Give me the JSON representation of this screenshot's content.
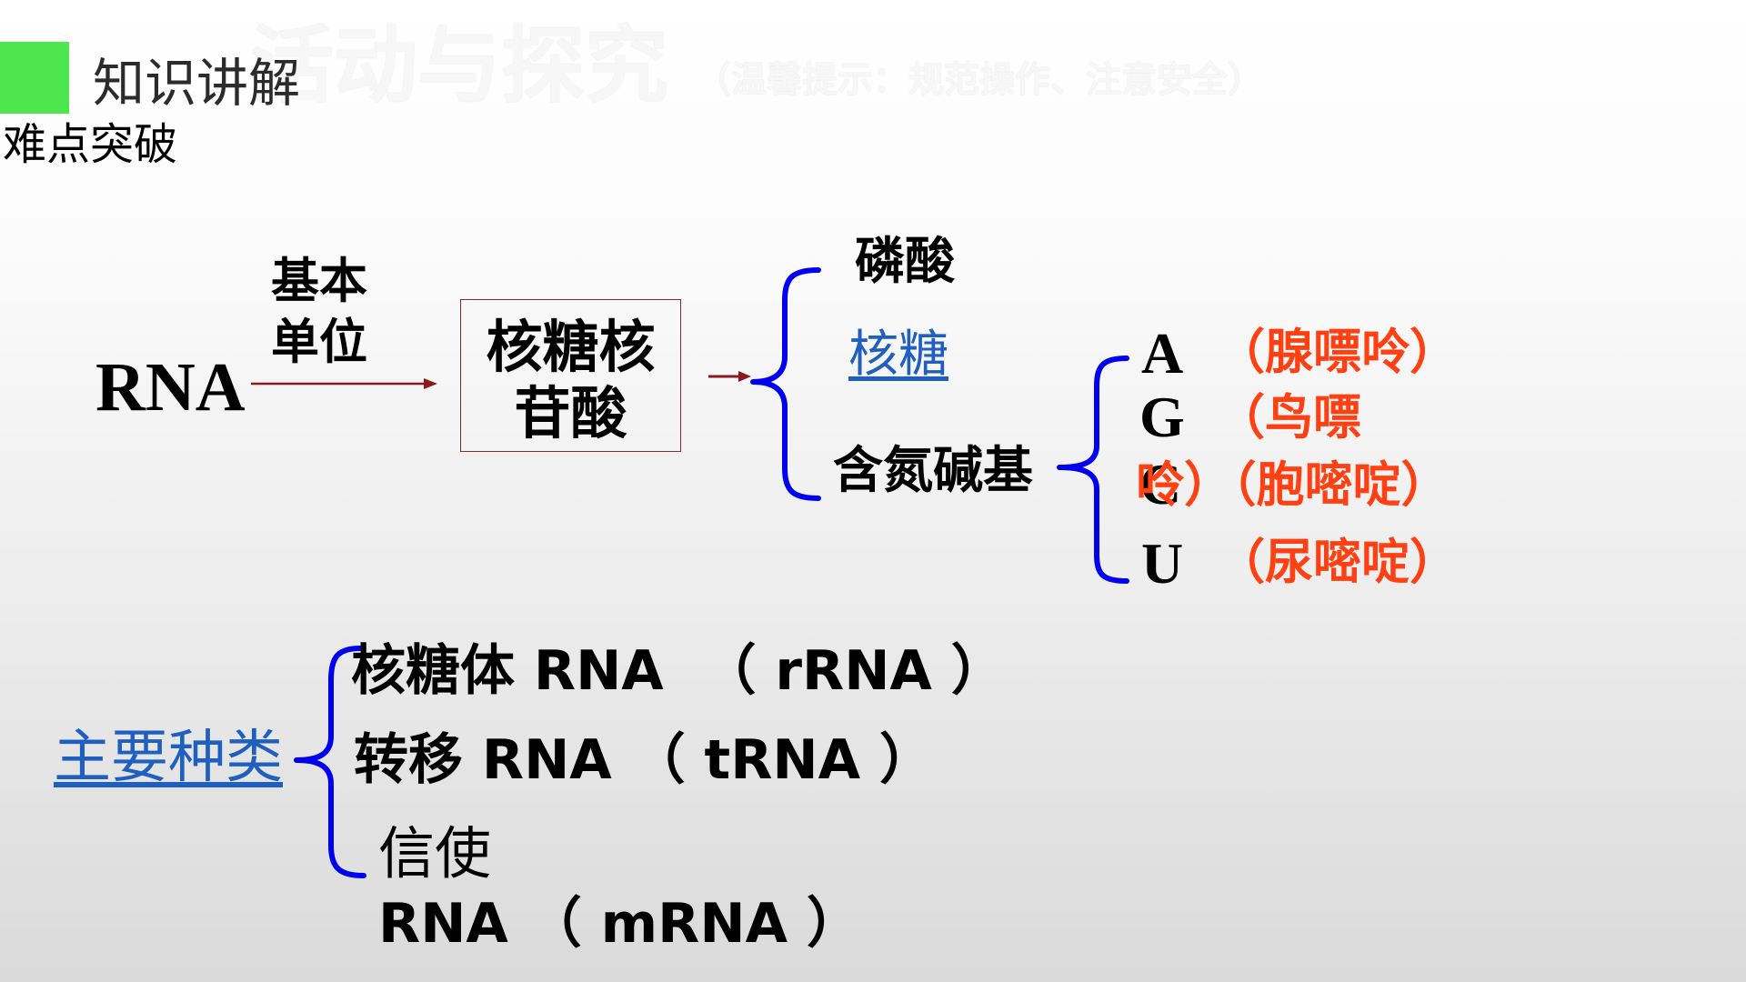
{
  "header": {
    "section_label": "知识讲解",
    "subsection_label": "难点突破",
    "watermark_title": "活动与探究",
    "watermark_subtitle": "（温馨提示：规范操作、注意安全）"
  },
  "composition": {
    "molecule": "RNA",
    "relation_label": [
      "基本",
      "单位"
    ],
    "basic_unit": [
      "核糖核",
      "苷酸"
    ],
    "components": [
      "磷酸",
      "核糖",
      "含氮碱基"
    ],
    "base_letters": [
      "A",
      "G",
      "C",
      "U"
    ],
    "base_name_lines": [
      "（腺嘌呤）",
      "（鸟嘌",
      "呤）（胞嘧啶）",
      "（尿嘧啶）"
    ]
  },
  "types": {
    "label": "主要种类",
    "items": [
      [
        "核糖体 RNA  （ rRNA ）"
      ],
      [
        "转移 RNA （ tRNA ）"
      ],
      [
        "信使",
        "RNA （ mRNA ）"
      ]
    ]
  },
  "colors": {
    "accent_green": "#4de64d",
    "brace_blue": "#0000ee",
    "arrow_red": "#8b1a1a",
    "base_red": "#ff4013",
    "link_blue": "#1f5fbf"
  }
}
